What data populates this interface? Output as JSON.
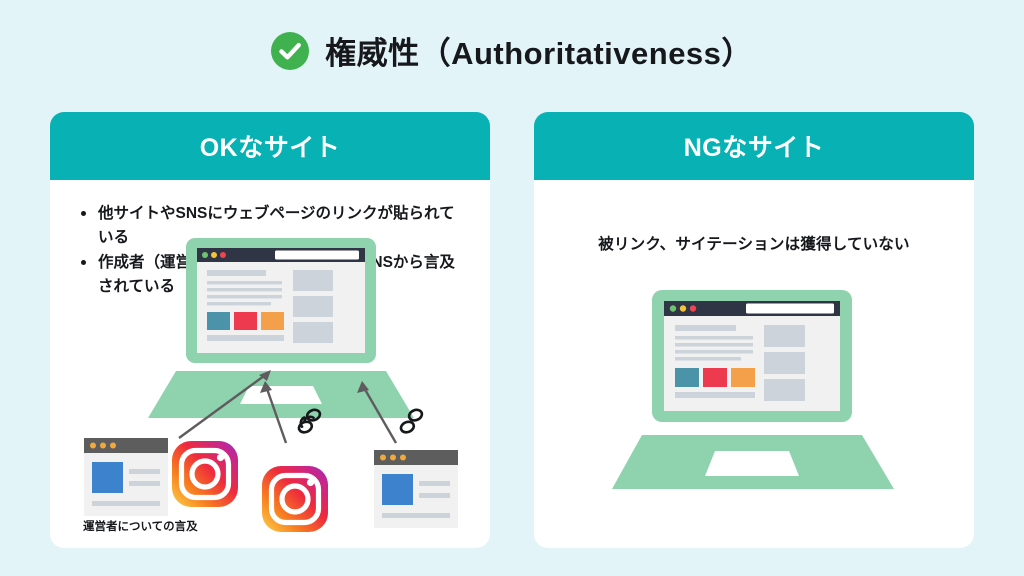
{
  "page": {
    "background_color": "#e2f4f8"
  },
  "header": {
    "check_icon": "check-circle-icon",
    "check_icon_color": "#3fb24f",
    "title": "権威性（Authoritativeness）"
  },
  "cards": [
    {
      "key": "ok",
      "header_label": "OKなサイト",
      "header_color": "#08b2b4",
      "bullets": [
        "他サイトやSNSにウェブページのリンクが貼られている",
        "作成者（運営者）について他サイトやSNSから言及されている"
      ],
      "illustration": {
        "name": "laptop-with-backlinks-illustration",
        "laptop_color": "#8ed3ae",
        "browser_swatches": [
          "#4b93a8",
          "#ee3a4f",
          "#f4a04a"
        ],
        "social_icons": [
          "instagram-icon",
          "instagram-icon"
        ],
        "link_icons": [
          "link-chain-icon",
          "link-chain-icon"
        ],
        "site_cards": [
          "browser-window-card",
          "browser-window-card"
        ],
        "arrows": 3
      },
      "caption": "運営者についての言及"
    },
    {
      "key": "ng",
      "header_label": "NGなサイト",
      "header_color": "#08b2b4",
      "note": "被リンク、サイテーションは獲得していない",
      "illustration": {
        "name": "laptop-illustration",
        "laptop_color": "#8ed3ae",
        "browser_swatches": [
          "#4b93a8",
          "#ee3a4f",
          "#f4a04a"
        ]
      }
    }
  ]
}
